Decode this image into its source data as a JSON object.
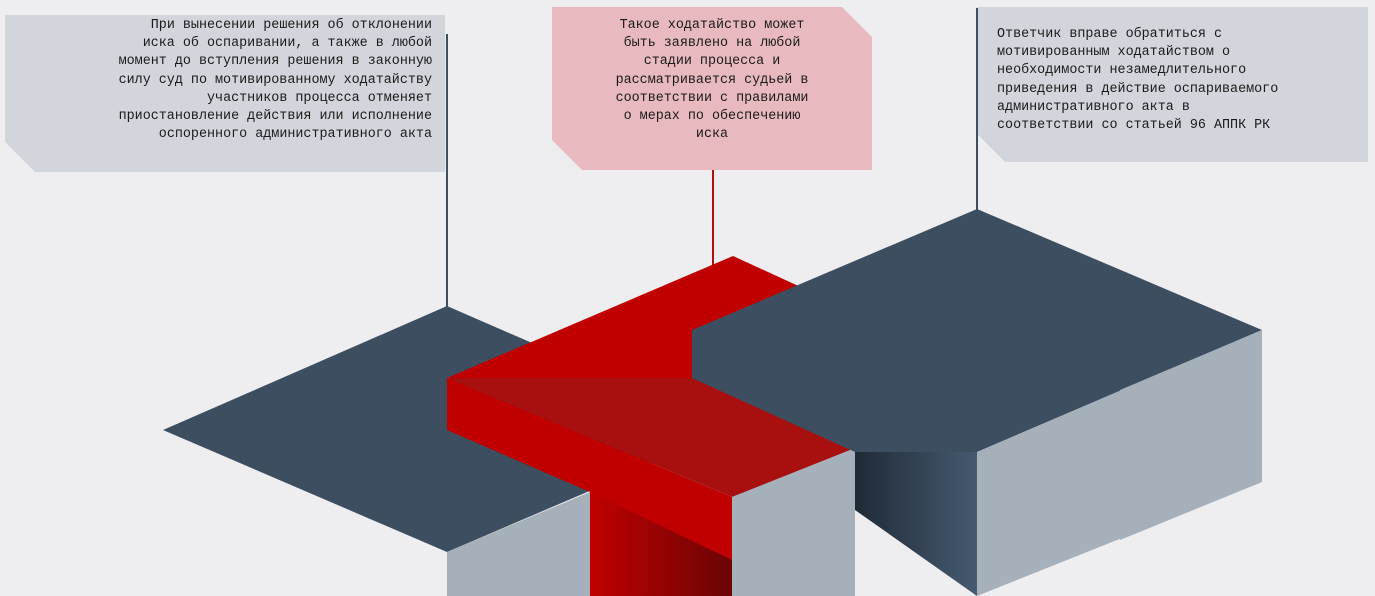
{
  "callouts": {
    "left": "При вынесении решения об отклонении\nиска об оспаривании, а также в любой\nмомент до вступления решения в законную\nсилу суд по мотивированному ходатайству\nучастников процесса отменяет\nприостановление действия или исполнение\nоспоренного административного акта",
    "middle": "Такое ходатайство может\nбыть заявлено на любой\nстадии процесса и\nрассматривается судьей в\nсоответствии с правилами\nо мерах по обеспечению\nиска",
    "right": "Ответчик вправе обратиться с\nмотивированным ходатайством о\nнеобходимости незамедлительного\nприведения в действие оспариваемого\nадминистративного акта в\nсоответствии со статьей 96 АППК РК"
  },
  "colors": {
    "background": "#eeeef1",
    "dark_block": "#3d4e60",
    "grey_side": "#a6b0bb",
    "red_block": "#c00000",
    "dark_red": "#a81010",
    "callout_grey": "#d2d5db",
    "callout_pink": "#e8babf",
    "leader_dark": "#3d4e60",
    "leader_red": "#b01010"
  }
}
